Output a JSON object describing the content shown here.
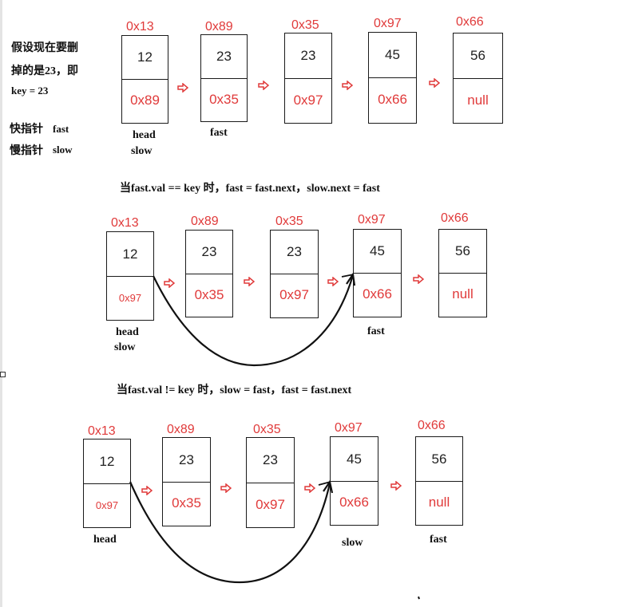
{
  "notes": {
    "line1": "假设现在要删",
    "line2_cn": "掉的是",
    "line2_num": "23，即",
    "line3": "key = 23",
    "fast_cn": "快指针",
    "fast_en": "fast",
    "slow_cn": "慢指针",
    "slow_en": "slow"
  },
  "captions": {
    "caption1_cn1": "当",
    "caption1_en1": "fast.val == key ",
    "caption1_cn2": "时",
    "caption1_en2": "，fast = fast.next，slow.next = fast",
    "caption2_cn1": "当",
    "caption2_en1": "fast.val != key ",
    "caption2_cn2": "时",
    "caption2_en2": "，slow = fast，fast = fast.next"
  },
  "rows": [
    {
      "nodes": [
        {
          "addr": "0x13",
          "val": "12",
          "next": "0x89"
        },
        {
          "addr": "0x89",
          "val": "23",
          "next": "0x35"
        },
        {
          "addr": "0x35",
          "val": "23",
          "next": "0x97"
        },
        {
          "addr": "0x97",
          "val": "45",
          "next": "0x66"
        },
        {
          "addr": "0x66",
          "val": "56",
          "next": "null"
        }
      ],
      "pointers": {
        "p1": "head",
        "p2": "slow",
        "p3": "fast"
      }
    },
    {
      "nodes": [
        {
          "addr": "0x13",
          "val": "12",
          "next": "0x97"
        },
        {
          "addr": "0x89",
          "val": "23",
          "next": "0x35"
        },
        {
          "addr": "0x35",
          "val": "23",
          "next": "0x97"
        },
        {
          "addr": "0x97",
          "val": "45",
          "next": "0x66"
        },
        {
          "addr": "0x66",
          "val": "56",
          "next": "null"
        }
      ],
      "pointers": {
        "p1": "head",
        "p2": "slow",
        "p3": "fast"
      }
    },
    {
      "nodes": [
        {
          "addr": "0x13",
          "val": "12",
          "next": "0x97"
        },
        {
          "addr": "0x89",
          "val": "23",
          "next": "0x35"
        },
        {
          "addr": "0x35",
          "val": "23",
          "next": "0x97"
        },
        {
          "addr": "0x97",
          "val": "45",
          "next": "0x66"
        },
        {
          "addr": "0x66",
          "val": "56",
          "next": "null"
        }
      ],
      "pointers": {
        "p1": "head",
        "p2": "slow",
        "p3": "fast"
      }
    }
  ],
  "colors": {
    "address": "#e03a3a",
    "arrow": "#e03a3a",
    "border": "#1a1a1a"
  }
}
